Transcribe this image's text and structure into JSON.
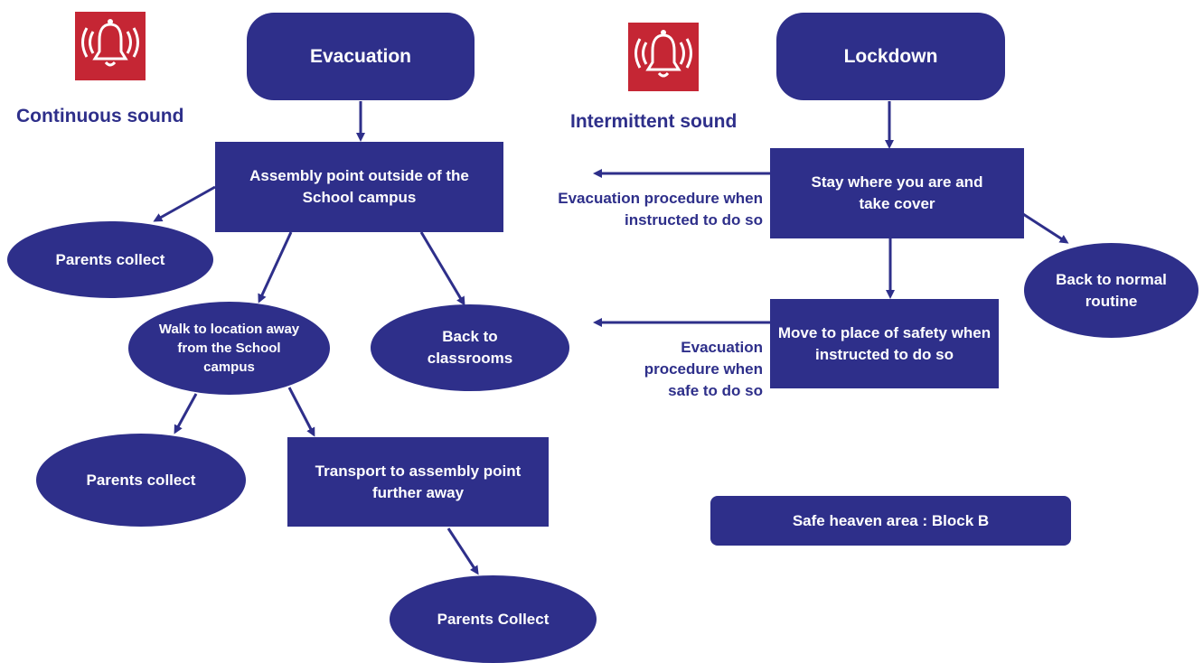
{
  "colors": {
    "node_fill": "#2e2f8a",
    "text_label": "#2e2f8a",
    "alarm_red": "#c52634",
    "arrow": "#2e2f8a"
  },
  "evacuation": {
    "alarm_icon": "alarm-bell-icon",
    "sound_label": "Continuous sound",
    "title": "Evacuation",
    "assembly": "Assembly point outside of the School campus",
    "parents_collect_1": "Parents collect",
    "walk": "Walk to location away from the School campus",
    "back_classrooms": "Back to classrooms",
    "parents_collect_2": "Parents collect",
    "transport": "Transport to assembly point further away",
    "parents_collect_3": "Parents Collect"
  },
  "lockdown": {
    "alarm_icon": "alarm-bell-icon",
    "sound_label": "Intermittent sound",
    "title": "Lockdown",
    "stay": "Stay where you are and take cover",
    "evac_when_instructed": "Evacuation procedure when instructed to do so",
    "back_normal": "Back to normal routine",
    "move": "Move to place of safety when instructed to do so",
    "evac_when_safe": "Evacuation procedure when safe to do so"
  },
  "safe_haven": "Safe heaven area : Block B"
}
